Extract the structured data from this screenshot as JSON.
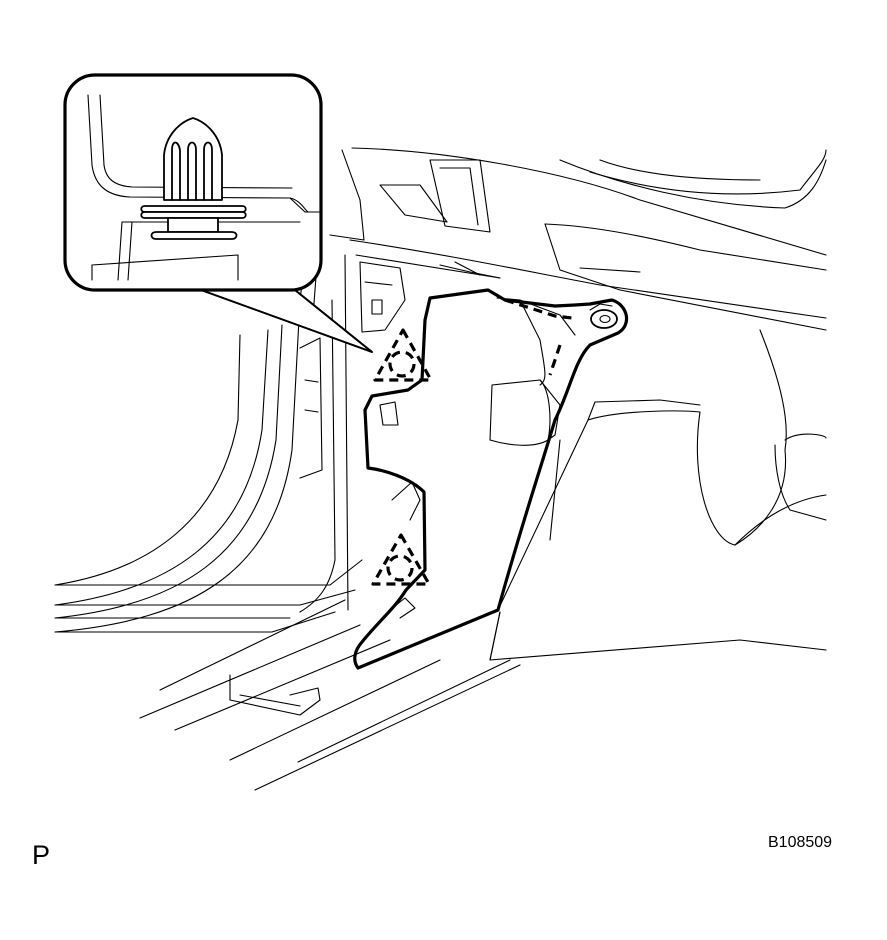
{
  "labels": {
    "view_letter": "P",
    "figure_code": "B108509"
  },
  "colors": {
    "line": "#000000",
    "background": "#ffffff"
  },
  "icons": {
    "clip": "push-type-retainer-clip",
    "clip_markers": "dashed-triangle-clip-location"
  }
}
